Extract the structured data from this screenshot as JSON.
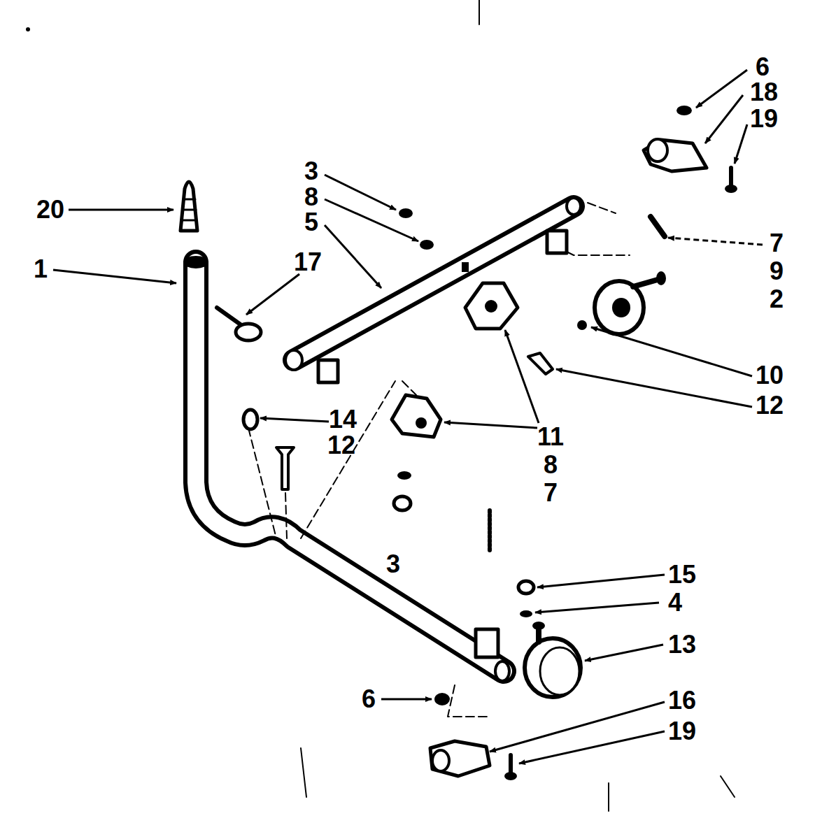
{
  "diagram": {
    "labels": [
      "6",
      "18",
      "19",
      "3",
      "8",
      "5",
      "20",
      "1",
      "17",
      "7",
      "9",
      "2",
      "10",
      "12",
      "14",
      "12",
      "11",
      "8",
      "7",
      "3",
      "15",
      "4",
      "13",
      "6",
      "16",
      "19"
    ]
  }
}
